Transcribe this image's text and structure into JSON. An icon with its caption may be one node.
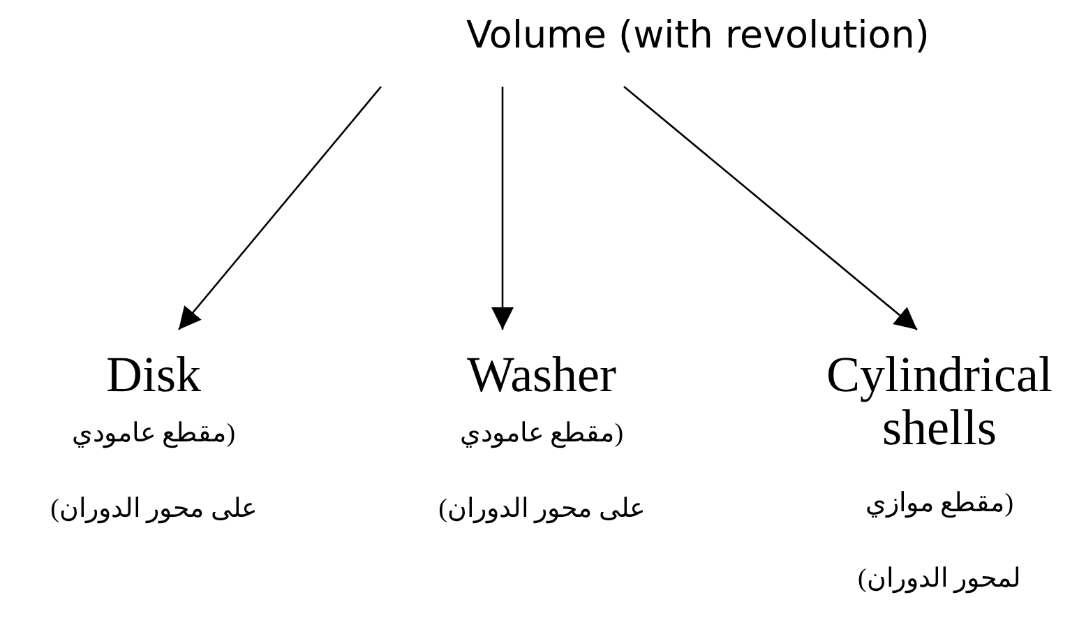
{
  "diagram": {
    "nodes": [
      {
        "text": [
          "Volume (with revolution)"
        ]
      },
      {
        "text": [
          "Disk",
          "(مقطع عامودي",
          "على محور الدوران)"
        ]
      },
      {
        "text": [
          "Washer",
          "(مقطع عامودي",
          "على محور الدوران)"
        ]
      },
      {
        "text": [
          "Cylindrical shells",
          "(مقطع موازي",
          "لمحور الدوران)"
        ]
      }
    ],
    "edges": [
      {
        "from": 0,
        "to": 1,
        "arrow": "to"
      },
      {
        "from": 0,
        "to": 2,
        "arrow": "to"
      },
      {
        "from": 0,
        "to": 3,
        "arrow": "to"
      }
    ]
  }
}
